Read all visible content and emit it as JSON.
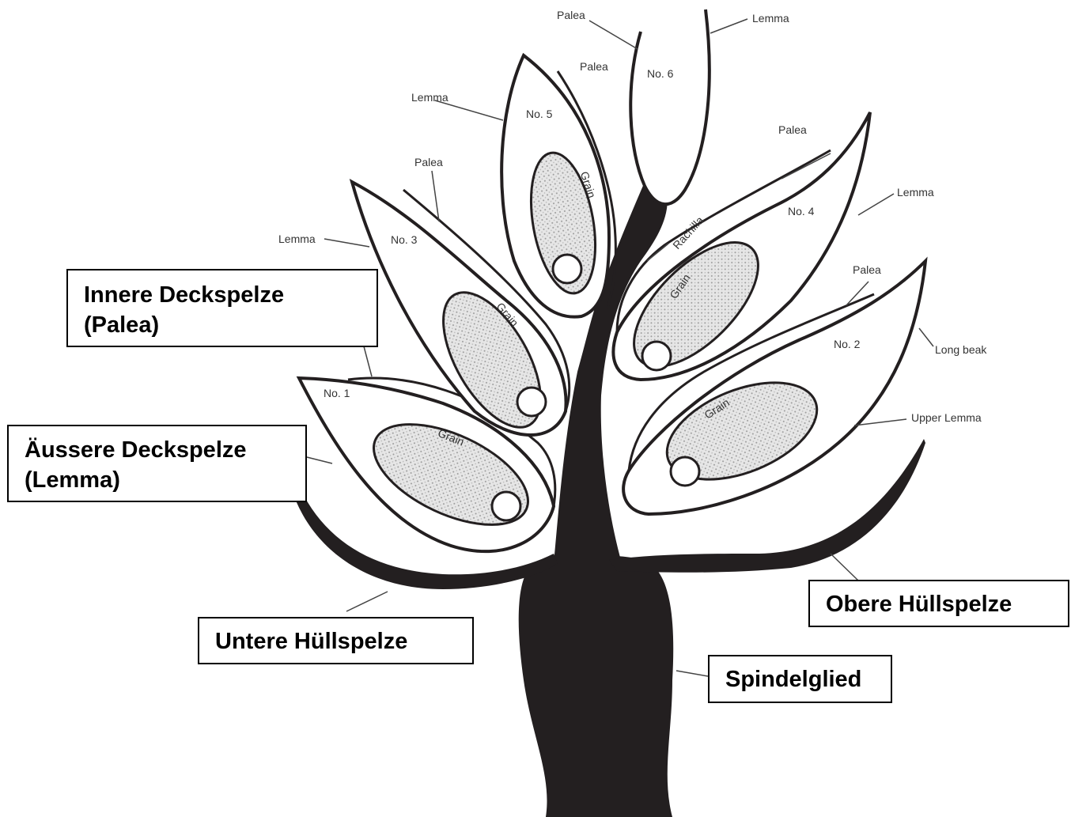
{
  "labels": {
    "palea_top": "Palea",
    "lemma_top": "Lemma",
    "palea_5": "Palea",
    "no6": "No. 6",
    "lemma_5": "Lemma",
    "no5": "No. 5",
    "grain_5": "Grain",
    "palea_4": "Palea",
    "lemma_4": "Lemma",
    "palea_3": "Palea",
    "no4": "No. 4",
    "rachilla": "Rachilla",
    "lemma_3": "Lemma",
    "no3": "No. 3",
    "grain_4": "Grain",
    "palea_2": "Palea",
    "grain_3": "Grain",
    "no2": "No. 2",
    "long_beak": "Long beak",
    "no1": "No. 1",
    "grain_2": "Grain",
    "upper_lemma": "Upper Lemma",
    "grain_1": "Grain"
  },
  "boxes": {
    "innere": "Innere Deckspelze\n(Palea)",
    "aeussere": "Äussere Deckspelze\n(Lemma)",
    "untere": "Untere Hüllspelze",
    "obere": "Obere Hüllspelze",
    "spindel": "Spindelglied"
  },
  "colors": {
    "ink": "#231f20",
    "grain_fill": "#dcdcdc",
    "leader": "#444444"
  }
}
